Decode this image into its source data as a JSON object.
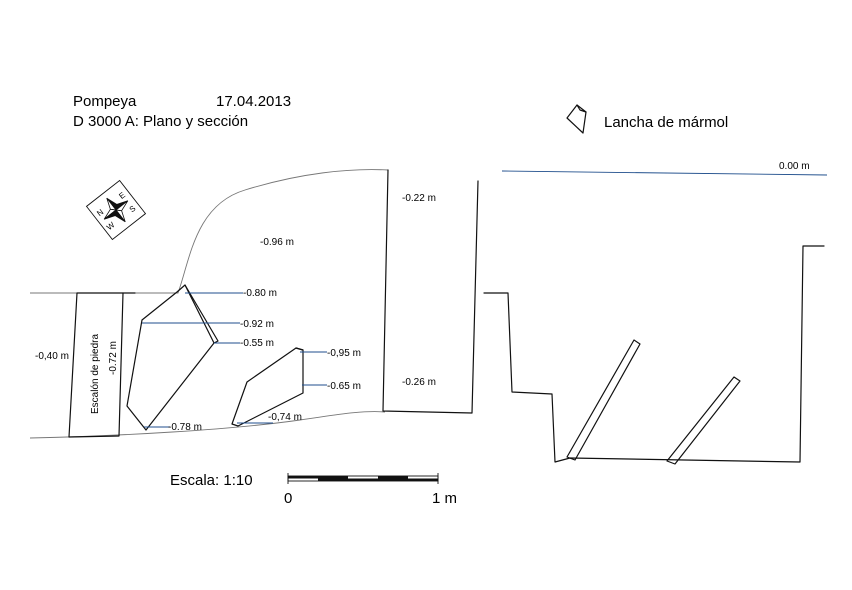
{
  "header": {
    "site": "Pompeya",
    "date": "17.04.2013",
    "subtitle": "D 3000 A: Plano y sección"
  },
  "legend": {
    "icon": "marble-slab-icon",
    "label": "Lancha de mármol"
  },
  "compass": {
    "icon": "compass-rose-icon",
    "n": "N",
    "e": "E",
    "s": "S",
    "w": "W"
  },
  "plan": {
    "step_label": "Escalón de piedra",
    "labels": {
      "l_022": "-0.22 m",
      "l_096": "-0.96 m",
      "l_080": "-0.80 m",
      "l_092": "-0.92 m",
      "l_055": "-0.55 m",
      "l_040": "-0,40 m",
      "l_072": "-0.72 m",
      "l_095": "-0,95 m",
      "l_065": "-0.65 m",
      "l_074": "-0,74 m",
      "l_078": "-0.78 m",
      "l_026": "-0.26 m"
    }
  },
  "section": {
    "datum_label": "0.00 m"
  },
  "scale": {
    "label": "Escala: 1:10",
    "start": "0",
    "end": "1 m"
  },
  "colors": {
    "lines": "#111111",
    "leaders": "#1f4e8c",
    "outline": "#777777"
  }
}
